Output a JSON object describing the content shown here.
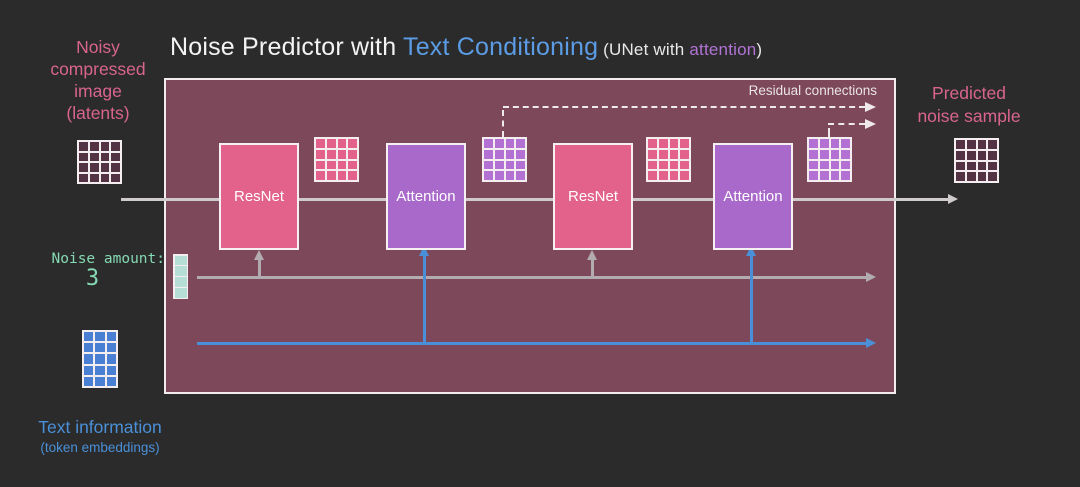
{
  "title": {
    "part_white": "Noise Predictor with ",
    "part_blue": "Text Conditioning",
    "sub_open": " (UNet with ",
    "sub_purple": "attention",
    "sub_close": ")"
  },
  "labels": {
    "input": {
      "line1": "Noisy",
      "line2": "compressed",
      "line3": "image",
      "line4": "(latents)"
    },
    "noise_amount": {
      "label": "Noise amount:",
      "value": "3"
    },
    "text_information": {
      "line1": "Text information",
      "line2": "(token embeddings)"
    },
    "output": {
      "line1": "Predicted",
      "line2": "noise sample"
    },
    "residual": "Residual connections"
  },
  "blocks": [
    {
      "label": "ResNet",
      "type": "resnet"
    },
    {
      "label": "Attention",
      "type": "attention"
    },
    {
      "label": "ResNet",
      "type": "resnet"
    },
    {
      "label": "Attention",
      "type": "attention"
    }
  ],
  "grids": {
    "latents": {
      "cols": 4,
      "rows": 4,
      "cell_color": "#533343"
    },
    "after_resnet_1": {
      "cols": 4,
      "rows": 4,
      "cell_color": "#e2628b"
    },
    "after_attention_1": {
      "cols": 4,
      "rows": 4,
      "cell_color": "#b371d4"
    },
    "after_resnet_2": {
      "cols": 4,
      "rows": 4,
      "cell_color": "#e2628b"
    },
    "after_attention_2": {
      "cols": 4,
      "rows": 4,
      "cell_color": "#b371d4"
    },
    "predicted_noise": {
      "cols": 4,
      "rows": 4,
      "cell_color": "#533343"
    },
    "noise_embedding": {
      "cols": 1,
      "rows": 4,
      "cell_color": "#b7ded6"
    },
    "token_embeddings": {
      "cols": 3,
      "rows": 5,
      "cell_color": "#4a80d4"
    }
  },
  "colors": {
    "background": "#2b2b2b",
    "unet_box_fill": "#7d485a",
    "unet_box_border": "#f2ecef",
    "resnet_block": "#e2628b",
    "attention_block": "#a869cb",
    "pink_text": "#d9648e",
    "blue_text_and_lines": "#4a90d8",
    "title_blue": "#5b9ce5",
    "title_purple": "#b273d6",
    "mint_text": "#85d9b3",
    "main_flow_line": "#cfcacd",
    "noise_flow_line": "#b2abaf",
    "residual_dash": "#efe9ec"
  }
}
